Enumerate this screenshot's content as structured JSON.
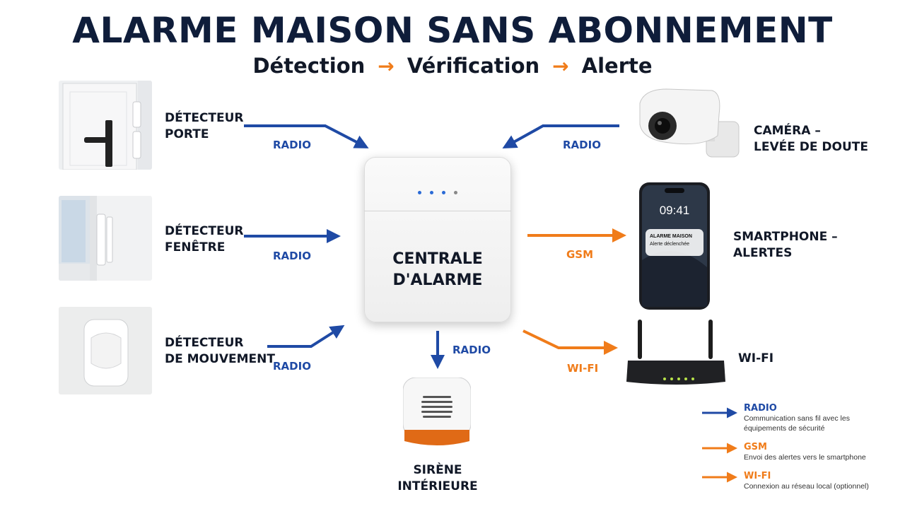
{
  "title": "ALARME MAISON SANS ABONNEMENT",
  "subtitle": {
    "step1": "Détection",
    "step2": "Vérification",
    "step3": "Alerte",
    "arrow": "→"
  },
  "hub": {
    "line1": "CENTRALE",
    "line2": "D'ALARME"
  },
  "devices": {
    "door": {
      "line1": "DÉTECTEUR",
      "line2": "PORTE",
      "link": "RADIO"
    },
    "window": {
      "line1": "DÉTECTEUR",
      "line2": "FENÊTRE",
      "link": "RADIO"
    },
    "motion": {
      "line1": "DÉTECTEUR",
      "line2": "DE MOUVEMENT",
      "link": "RADIO"
    },
    "camera": {
      "line1": "CAMÉRA –",
      "line2": "LEVÉE DE DOUTE",
      "link": "RADIO"
    },
    "smartphone": {
      "line1": "SMARTPHONE –",
      "line2": "ALERTES",
      "link": "GSM"
    },
    "router": {
      "line1": "WI-FI",
      "link": "WI-FI"
    },
    "siren": {
      "line1": "SIRÈNE",
      "line2": "INTÉRIEURE",
      "link": "RADIO"
    }
  },
  "phone_screen": {
    "time": "09:41",
    "notif_title": "ALARME MAISON",
    "notif_body": "Alerte déclenchée"
  },
  "legend": [
    {
      "label": "RADIO",
      "desc": "Communication sans fil avec les équipements de sécurité",
      "color": "#1f4aa5"
    },
    {
      "label": "GSM",
      "desc": "Envoi des alertes vers le smartphone",
      "color": "#f07c1a"
    },
    {
      "label": "WI-FI",
      "desc": "Connexion au réseau local (optionnel)",
      "color": "#f07c1a"
    }
  ],
  "colors": {
    "radio": "#1f4aa5",
    "orange": "#f07c1a",
    "title": "#0f1d3a"
  }
}
